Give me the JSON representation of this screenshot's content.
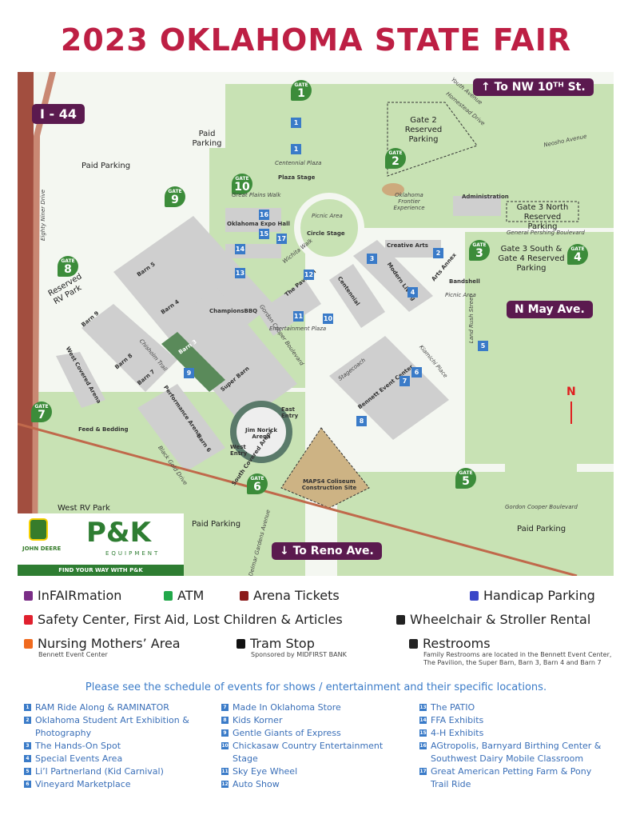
{
  "title": "2023 OKLAHOMA STATE FAIR",
  "colors": {
    "title": "#bd1f44",
    "gate": "#3c8c3a",
    "sign": "#5b1a4f",
    "location_number": "#3a7bc8",
    "atm": "#22a84a",
    "info": "#7a2d86",
    "arena_tickets": "#8b1a1a",
    "safety": "#e0202e",
    "nursing": "#f06a1e",
    "handicap": "#3a46c8"
  },
  "signs": {
    "i44": "I - 44",
    "nw10": "↑ To NW 10ᵀᴴ St.",
    "nmay": "N May Ave.",
    "reno": "↓ To Reno Ave."
  },
  "gates": [
    {
      "label": "GATE",
      "num": "1"
    },
    {
      "label": "GATE",
      "num": "2"
    },
    {
      "label": "GATE",
      "num": "3"
    },
    {
      "label": "GATE",
      "num": "4"
    },
    {
      "label": "GATE",
      "num": "5"
    },
    {
      "label": "GATE",
      "num": "6"
    },
    {
      "label": "GATE",
      "num": "7"
    },
    {
      "label": "GATE",
      "num": "8"
    },
    {
      "label": "GATE",
      "num": "9"
    },
    {
      "label": "GATE",
      "num": "10"
    }
  ],
  "map_labels": {
    "paid_parking": "Paid Parking",
    "gate2_reserved": "Gate 2 Reserved Parking",
    "gate3_north": "Gate 3 North Reserved Parking",
    "gate3_south": "Gate 3 South & Gate 4 Reserved Parking",
    "reserved_rv": "Reserved RV Park",
    "west_rv": "West RV Park",
    "youth_ave": "Youth Avenue",
    "homestead": "Homestead Drive",
    "neosho": "Neosho Avenue",
    "gen_pershing": "General Pershing Boulevard",
    "centennial_plaza": "Centennial Plaza",
    "plaza_stage": "Plaza Stage",
    "great_plains_walk": "Great Plains Walk",
    "eighty_niner": "Eighty Niner Drive",
    "picnic_area": "Picnic Area",
    "circle_stage": "Circle Stage",
    "frontier": "Oklahoma Frontier Experience",
    "administration": "Administration",
    "creative_arts": "Creative Arts",
    "arts_annex": "Arts Annex",
    "modern_living": "Modern Living",
    "bandshell": "Bandshell",
    "land_rush": "Land Rush Street",
    "expo_hall": "Oklahoma Expo Hall",
    "wichita_walk": "Wichita Walk",
    "pavilion": "The Pavilion",
    "centennial": "Centennial",
    "entertainment_plaza": "Entertainment Plaza",
    "gordon_cooper": "Gordon Cooper Boulevard",
    "champions_bbq": "ChampionsBBQ",
    "barn3": "Barn 3",
    "barn4": "Barn 4",
    "barn5": "Barn 5",
    "barn6": "Barn 6",
    "barn7": "Barn 7",
    "barn8": "Barn 8",
    "barn9": "Barn 9",
    "super_barn": "Super Barn",
    "chisholm": "Chisholm Trail",
    "performance_arena": "Performance Arena",
    "west_covered": "West Covered Arena",
    "south_covered": "South Covered Arena",
    "feed_bedding": "Feed & Bedding",
    "black_gold": "Black Gold Drive",
    "jim_norick": "Jim Norick Arena",
    "east_entry": "East Entry",
    "west_entry": "West Entry",
    "stagecoach": "Stagecoach",
    "kiamichi": "Kiamichi Place",
    "bennett": "Bennett Event Center",
    "maps4": "MAPS4 Coliseum Construction Site",
    "delmar": "Delmar Gardens Avenue",
    "north": "N"
  },
  "sponsor": {
    "jd": "JOHN DEERE",
    "pk": "P&K",
    "equipment": "EQUIPMENT",
    "tagline": "FIND YOUR WAY WITH P&K"
  },
  "legend": [
    {
      "key": "info",
      "label": "InFAIRmation"
    },
    {
      "key": "atm",
      "label": "ATM"
    },
    {
      "key": "arena_tickets",
      "label": "Arena Tickets"
    },
    {
      "key": "handicap",
      "label": "Handicap Parking"
    },
    {
      "key": "safety",
      "label": "Safety Center, First Aid, Lost Children & Articles"
    },
    {
      "key": "wheelchair",
      "label": "Wheelchair & Stroller Rental"
    },
    {
      "key": "nursing",
      "label": "Nursing Mothers’ Area",
      "sub": "Bennett Event Center"
    },
    {
      "key": "tram",
      "label": "Tram Stop",
      "sub": "Sponsored by  MIDFIRST BANK"
    },
    {
      "key": "restrooms",
      "label": "Restrooms",
      "sub": "Family Restrooms are located in the Bennett Event Center, The Pavilion, the Super Barn, Barn 3, Barn 4 and Barn 7"
    }
  ],
  "note": "Please see the schedule of events for shows / entertainment and their specific locations.",
  "locations": [
    {
      "n": "1",
      "label": "RAM Ride Along & RAMINATOR"
    },
    {
      "n": "2",
      "label": "Oklahoma Student Art Exhibition & Photography"
    },
    {
      "n": "3",
      "label": "The Hands-On Spot"
    },
    {
      "n": "4",
      "label": "Special Events Area"
    },
    {
      "n": "5",
      "label": "Li’l Partnerland (Kid Carnival)"
    },
    {
      "n": "6",
      "label": "Vineyard Marketplace"
    },
    {
      "n": "7",
      "label": "Made In Oklahoma Store"
    },
    {
      "n": "8",
      "label": "Kids Korner"
    },
    {
      "n": "9",
      "label": "Gentle Giants of Express"
    },
    {
      "n": "10",
      "label": "Chickasaw Country Entertainment Stage"
    },
    {
      "n": "11",
      "label": "Sky Eye Wheel"
    },
    {
      "n": "12",
      "label": "Auto Show"
    },
    {
      "n": "13",
      "label": "The PATIO"
    },
    {
      "n": "14",
      "label": "FFA Exhibits"
    },
    {
      "n": "15",
      "label": "4-H Exhibits"
    },
    {
      "n": "16",
      "label": "AGtropolis, Barnyard Birthing Center & Southwest Dairy Mobile Classroom"
    },
    {
      "n": "17",
      "label": "Great American Petting Farm & Pony Trail Ride"
    }
  ]
}
